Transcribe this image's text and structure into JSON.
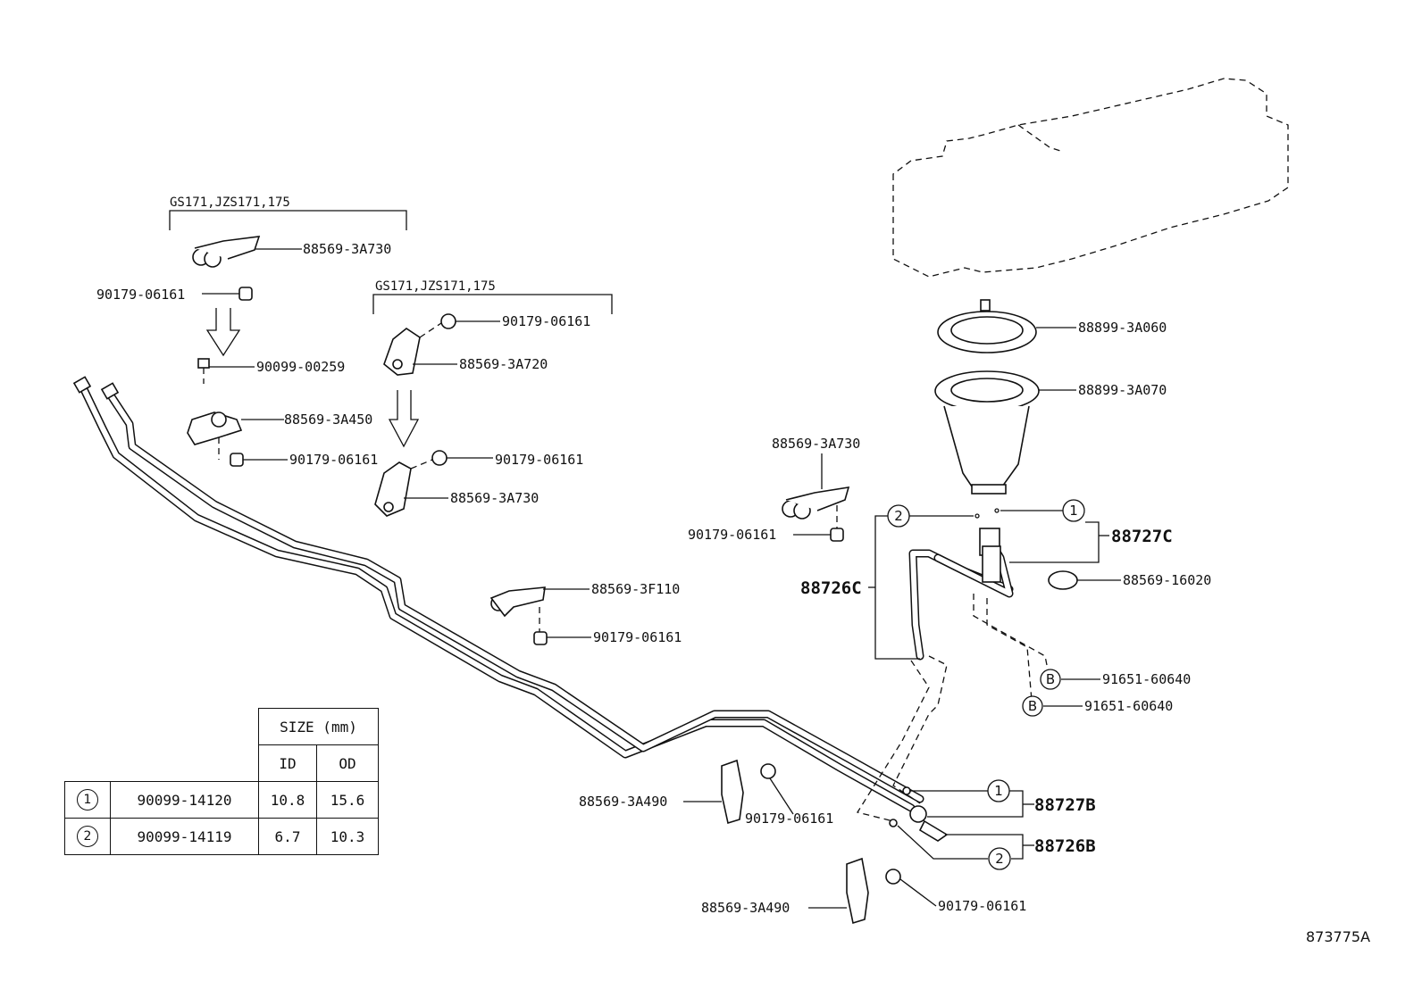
{
  "groups": {
    "left_variant": "GS171,JZS171,175",
    "mid_variant": "GS171,JZS171,175"
  },
  "parts": {
    "p_88569_3A730_top": "88569-3A730",
    "p_90179_06161_a": "90179-06161",
    "p_90099_00259": "90099-00259",
    "p_88569_3A450": "88569-3A450",
    "p_90179_06161_b": "90179-06161",
    "p_90179_06161_c": "90179-06161",
    "p_88569_3A720": "88569-3A720",
    "p_90179_06161_d": "90179-06161",
    "p_88569_3A730_mid": "88569-3A730",
    "p_88569_3F110": "88569-3F110",
    "p_90179_06161_e": "90179-06161",
    "p_88569_3A730_right": "88569-3A730",
    "p_90179_06161_f": "90179-06161",
    "p_88899_3A060": "88899-3A060",
    "p_88899_3A070": "88899-3A070",
    "p_88727C": "88727C",
    "p_88726C": "88726C",
    "p_88569_16020": "88569-16020",
    "p_91651_60640_a": "91651-60640",
    "p_91651_60640_b": "91651-60640",
    "p_88569_3A490_a": "88569-3A490",
    "p_90179_06161_g": "90179-06161",
    "p_88727B": "88727B",
    "p_88726B": "88726B",
    "p_88569_3A490_b": "88569-3A490",
    "p_90179_06161_h": "90179-06161"
  },
  "callouts": {
    "one": "1",
    "two": "2",
    "b": "B"
  },
  "size_table": {
    "header": "SIZE (mm)",
    "col_id": "ID",
    "col_od": "OD",
    "rows": [
      {
        "mark": "1",
        "part": "90099-14120",
        "id": "10.8",
        "od": "15.6"
      },
      {
        "mark": "2",
        "part": "90099-14119",
        "id": "6.7",
        "od": "10.3"
      }
    ]
  },
  "illustration_number": "873775A"
}
